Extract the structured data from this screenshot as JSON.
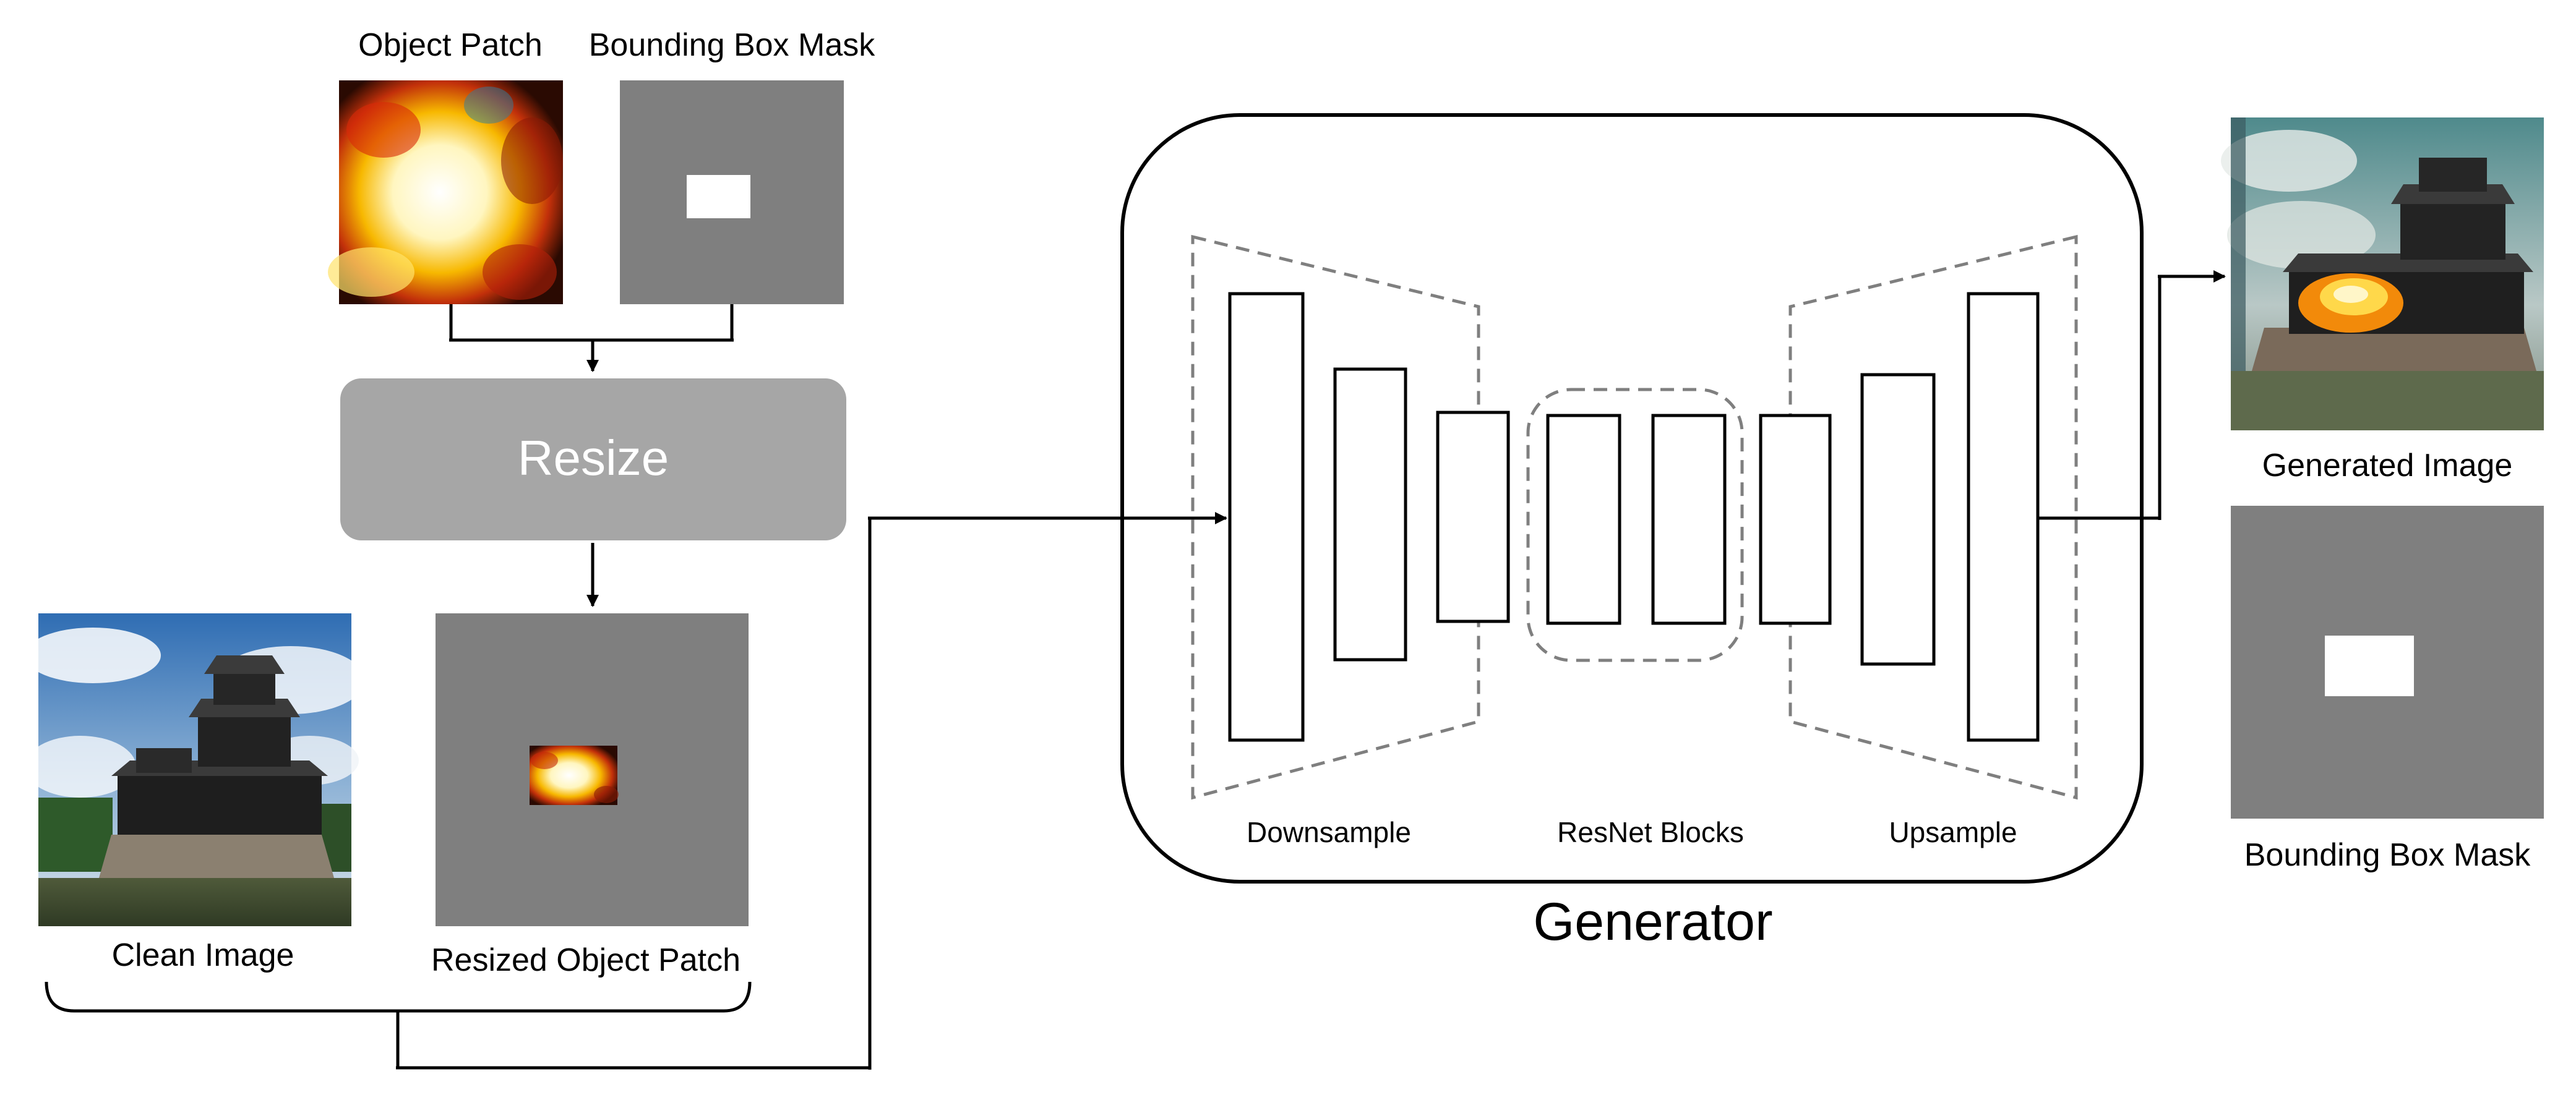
{
  "labels": {
    "object_patch": "Object Patch",
    "bbox_mask_top": "Bounding Box Mask",
    "resize": "Resize",
    "clean_image": "Clean Image",
    "resized_object_patch": "Resized Object Patch",
    "downsample": "Downsample",
    "resnet_blocks": "ResNet Blocks",
    "upsample": "Upsample",
    "generator": "Generator",
    "generated_image": "Generated Image",
    "bbox_mask_bottom": "Bounding Box Mask"
  },
  "colors": {
    "mask_gray": "#7f7f7f",
    "resize_box": "#a6a6a6",
    "resize_text": "#ffffff",
    "line": "#000000",
    "dashed": "#7f7f7f"
  }
}
